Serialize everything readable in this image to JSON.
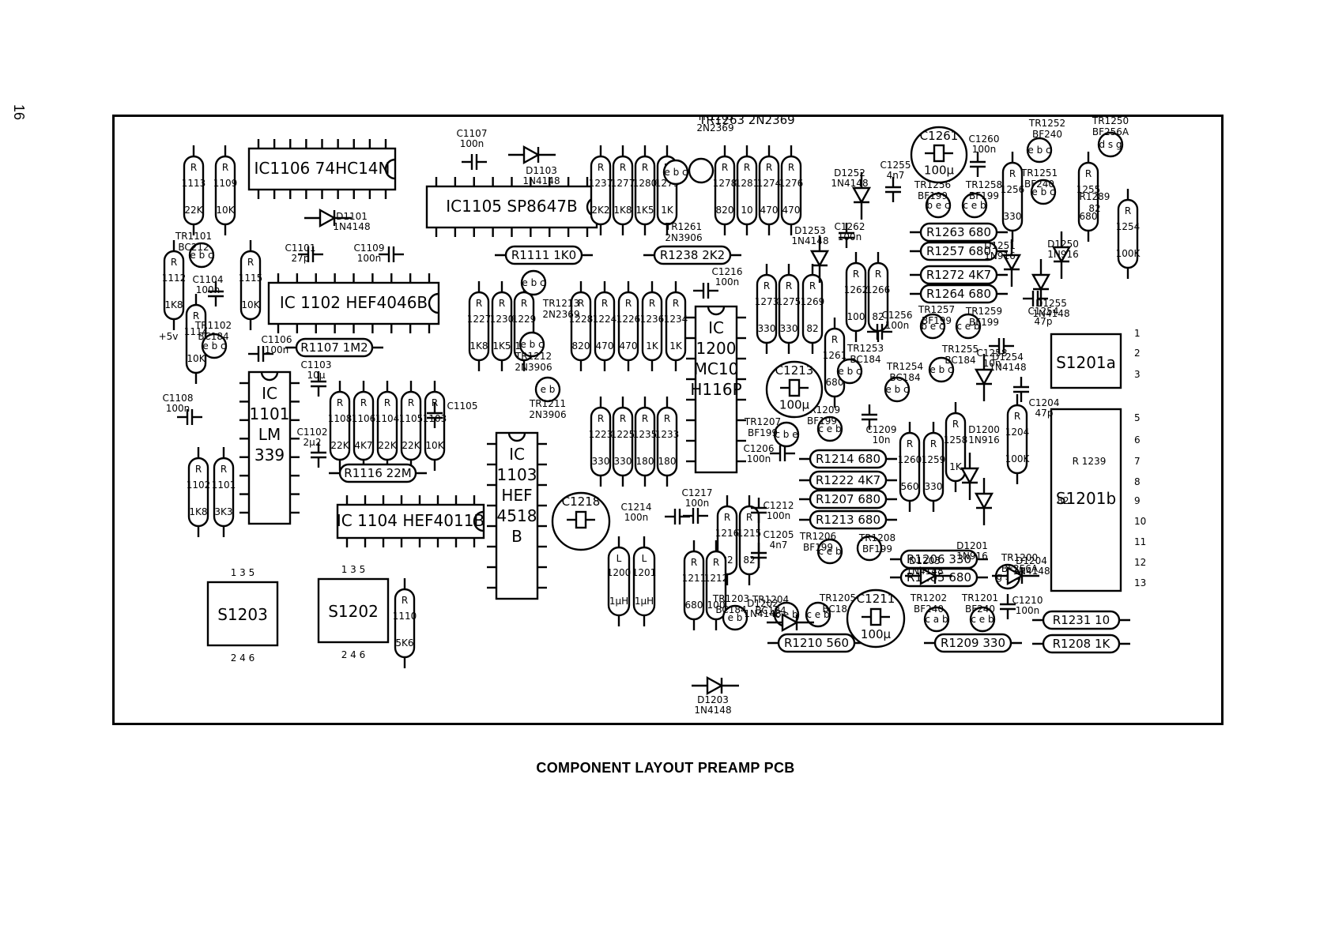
{
  "page_number": "16",
  "caption": "COMPONENT LAYOUT PREAMP PCB",
  "ics": [
    {
      "ref": "IC1106",
      "type": "74HC14N"
    },
    {
      "ref": "IC1105",
      "type": "SP8647B"
    },
    {
      "ref": "IC 1102",
      "type": "HEF4046B"
    },
    {
      "ref": "IC 1104",
      "type": "HEF4011B"
    },
    {
      "ref": "IC 1101",
      "type": "LM 339"
    },
    {
      "ref": "IC 1103",
      "type": "HEF 4518 B"
    },
    {
      "ref": "IC 1200",
      "type": "MC10 H116P"
    }
  ],
  "switches": [
    {
      "ref": "S1203",
      "pins_top": "1 3 5",
      "pins_bottom": "2 4 6"
    },
    {
      "ref": "S1202",
      "pins_top": "1 3 5",
      "pins_bottom": "2 4 6"
    },
    {
      "ref": "S1201a"
    },
    {
      "ref": "S1201b"
    }
  ],
  "vertical_resistors": [
    {
      "ref": "1113",
      "value": "22K"
    },
    {
      "ref": "1109",
      "value": "10K"
    },
    {
      "ref": "1112",
      "value": "1K8"
    },
    {
      "ref": "1115",
      "value": "10K"
    },
    {
      "ref": "1114",
      "value": "10K"
    },
    {
      "ref": "1102",
      "value": "1K8"
    },
    {
      "ref": "1101",
      "value": "3K3"
    },
    {
      "ref": "1108",
      "value": "22K"
    },
    {
      "ref": "1106",
      "value": "4K7"
    },
    {
      "ref": "1104",
      "value": "22K"
    },
    {
      "ref": "1105",
      "value": "22K"
    },
    {
      "ref": "1103",
      "value": "10K"
    },
    {
      "ref": "1110",
      "value": "5K6"
    },
    {
      "ref": "1227",
      "value": "1K8"
    },
    {
      "ref": "1230",
      "value": "1K5"
    },
    {
      "ref": "1229",
      "value": "10K"
    },
    {
      "ref": "1228",
      "value": "820"
    },
    {
      "ref": "1224",
      "value": "470"
    },
    {
      "ref": "1226",
      "value": "470"
    },
    {
      "ref": "1236",
      "value": "1K"
    },
    {
      "ref": "1234",
      "value": "1K"
    },
    {
      "ref": "1237",
      "value": "2K2"
    },
    {
      "ref": "1277",
      "value": "1K8"
    },
    {
      "ref": "1280",
      "value": "1K5"
    },
    {
      "ref": "1279",
      "value": "1K"
    },
    {
      "ref": "1278",
      "value": "820"
    },
    {
      "ref": "1281",
      "value": "10"
    },
    {
      "ref": "1274",
      "value": "470"
    },
    {
      "ref": "1276",
      "value": "470"
    },
    {
      "ref": "1223",
      "value": "330"
    },
    {
      "ref": "1225",
      "value": "330"
    },
    {
      "ref": "1235",
      "value": "180"
    },
    {
      "ref": "1233",
      "value": "180"
    },
    {
      "ref": "1273",
      "value": "330"
    },
    {
      "ref": "1275",
      "value": "330"
    },
    {
      "ref": "1269",
      "value": "82"
    },
    {
      "ref": "1262",
      "value": "100"
    },
    {
      "ref": "1266",
      "value": "82"
    },
    {
      "ref": "1261",
      "value": "680"
    },
    {
      "ref": "1216",
      "value": "82"
    },
    {
      "ref": "1215",
      "value": "82"
    },
    {
      "ref": "1211",
      "value": "680"
    },
    {
      "ref": "1212",
      "value": "100"
    },
    {
      "ref": "1260",
      "value": "560"
    },
    {
      "ref": "1259",
      "value": "330"
    },
    {
      "ref": "1258",
      "value": "1K"
    },
    {
      "ref": "1256",
      "value": "330"
    },
    {
      "ref": "1255",
      "value": "680"
    },
    {
      "ref": "1204",
      "value": "100K"
    },
    {
      "ref": "1254",
      "value": "100K"
    }
  ],
  "horizontal_resistors": [
    "R1111 1K0",
    "R1238 2K2",
    "R1107 1M2",
    "R1116 22M",
    "R1263 680",
    "R1257 680",
    "R1272 4K7",
    "R1264 680",
    "R1214 680",
    "R1222 4K7",
    "R1207 680",
    "R1213 680",
    "R1206 330",
    "R1205 680",
    "R1210 560",
    "R1209 330",
    "R1231 10",
    "R1208 1K"
  ],
  "transistors": [
    {
      "ref": "TR1101",
      "type": "BC212",
      "pins": "e b c"
    },
    {
      "ref": "TR1102",
      "type": "BC184",
      "pins": "e b c"
    },
    {
      "ref": "TR1213",
      "type": "2N2369",
      "pins": "e b c"
    },
    {
      "ref": "TR1212",
      "type": "2N3906",
      "pins": "e b c"
    },
    {
      "ref": "TR1211",
      "type": "2N3906",
      "pins": "e b"
    },
    {
      "ref": "TR1261",
      "type": "2N3906",
      "pins": "e b c"
    },
    {
      "ref": "TR1263",
      "type": "2N2369",
      "pins": ""
    },
    {
      "ref": "TR1253",
      "type": "BC184",
      "pins": "e b c"
    },
    {
      "ref": "TR1254",
      "type": "BC184",
      "pins": "e b c"
    },
    {
      "ref": "TR1255",
      "type": "BC184",
      "pins": "e b c"
    },
    {
      "ref": "TR1256",
      "type": "BF199",
      "pins": "b e c"
    },
    {
      "ref": "TR1258",
      "type": "BF199",
      "pins": "c e b"
    },
    {
      "ref": "TR1257",
      "type": "BF199",
      "pins": "b e c"
    },
    {
      "ref": "TR1259",
      "type": "BF199",
      "pins": "c e b"
    },
    {
      "ref": "TR1252",
      "type": "BF240",
      "pins": "e b c"
    },
    {
      "ref": "TR1251",
      "type": "BF240",
      "pins": "e b c"
    },
    {
      "ref": "TR1250",
      "type": "BF256A",
      "pins": "d s g"
    },
    {
      "ref": "TR1207",
      "type": "BF199",
      "pins": "c b e"
    },
    {
      "ref": "TR1209",
      "type": "BF199",
      "pins": "c e b"
    },
    {
      "ref": "TR1206",
      "type": "BF199",
      "pins": "c e b"
    },
    {
      "ref": "TR1208",
      "type": "BF199",
      "pins": ""
    },
    {
      "ref": "TR1203",
      "type": "BC184",
      "pins": "e b"
    },
    {
      "ref": "TR1204",
      "type": "BC184",
      "pins": "c e b"
    },
    {
      "ref": "TR1205",
      "type": "BC184",
      "pins": "c e b"
    },
    {
      "ref": "TR1202",
      "type": "BF240",
      "pins": "c a b"
    },
    {
      "ref": "TR1201",
      "type": "BF240",
      "pins": "c e b"
    },
    {
      "ref": "TR1200",
      "type": "BF256A",
      "pins": "g s d"
    }
  ],
  "diodes": [
    {
      "ref": "D1103",
      "type": "1N4148"
    },
    {
      "ref": "D1101",
      "type": "1N4148"
    },
    {
      "ref": "D1252",
      "type": "1N4148"
    },
    {
      "ref": "D1253",
      "type": "1N4148"
    },
    {
      "ref": "D1251",
      "type": "1N916"
    },
    {
      "ref": "D1250",
      "type": "1N916"
    },
    {
      "ref": "D1255",
      "type": "1N4148"
    },
    {
      "ref": "D1254",
      "type": "1N4148"
    },
    {
      "ref": "D1200",
      "type": "1N916"
    },
    {
      "ref": "D1201",
      "type": "1N916"
    },
    {
      "ref": "D1205",
      "type": "1N4148"
    },
    {
      "ref": "D1204",
      "type": "1N4148"
    },
    {
      "ref": "D1202",
      "type": "1N4148"
    },
    {
      "ref": "D1203",
      "type": "1N4148"
    }
  ],
  "capacitors": [
    {
      "ref": "C1107",
      "value": "100n"
    },
    {
      "ref": "C1101",
      "value": "27p"
    },
    {
      "ref": "C1109",
      "value": "100n"
    },
    {
      "ref": "C1104",
      "value": "100n"
    },
    {
      "ref": "C1106",
      "value": "100n"
    },
    {
      "ref": "C1108",
      "value": "100n"
    },
    {
      "ref": "C1103",
      "value": "10µ"
    },
    {
      "ref": "C1102",
      "value": "2µ2"
    },
    {
      "ref": "C1105",
      "value": ""
    },
    {
      "ref": "C1216",
      "value": "100n"
    },
    {
      "ref": "C1261",
      "value": "100µ"
    },
    {
      "ref": "C1260",
      "value": "100n"
    },
    {
      "ref": "C1255",
      "value": "4n7"
    },
    {
      "ref": "C1262",
      "value": "100n"
    },
    {
      "ref": "C1256",
      "value": "100n"
    },
    {
      "ref": "C1254",
      "value": "47p"
    },
    {
      "ref": "C1258",
      "value": "10n"
    },
    {
      "ref": "C1213",
      "value": "100µ"
    },
    {
      "ref": "C1209",
      "value": "10n"
    },
    {
      "ref": "C1206",
      "value": "100n"
    },
    {
      "ref": "C1204",
      "value": "47p"
    },
    {
      "ref": "C1218",
      "value": ""
    },
    {
      "ref": "C1214",
      "value": "100n"
    },
    {
      "ref": "C1217",
      "value": "100n"
    },
    {
      "ref": "C1212",
      "value": "100n"
    },
    {
      "ref": "C1205",
      "value": "4n7"
    },
    {
      "ref": "C1211",
      "value": "100µ"
    },
    {
      "ref": "C1210",
      "value": "100n"
    }
  ],
  "inductors": [
    {
      "ref": "L 1200",
      "value": "1µH"
    },
    {
      "ref": "L 1201",
      "value": "1µH"
    }
  ],
  "s1201_pins": [
    "1",
    "2",
    "3",
    "5",
    "6",
    "7",
    "8",
    "9",
    "10",
    "11",
    "12",
    "13"
  ],
  "labels": {
    "v5": "+5v",
    "r1239": "R 1239",
    "r1289": "R1289",
    "r1289_val": "82",
    "r1239_val": "82",
    "tr1263_title": "TR1263 2N2369"
  }
}
